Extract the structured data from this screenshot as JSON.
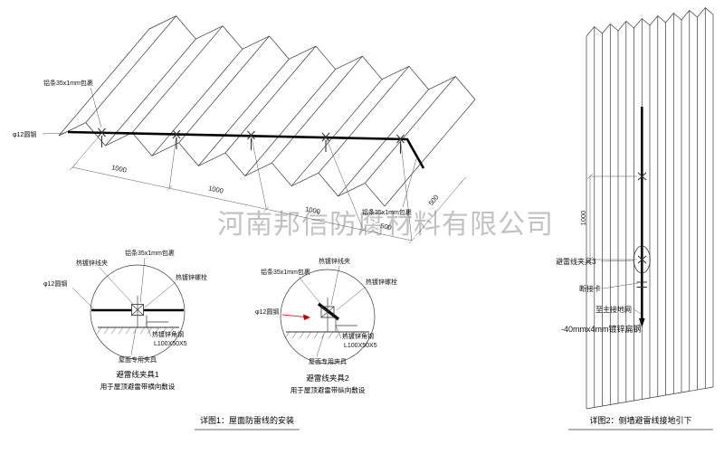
{
  "watermark": {
    "text": "河南邦信防腐材料有限公司"
  },
  "colors": {
    "red": "#c00000",
    "line": "#333333"
  },
  "roof": {
    "labels": {
      "alum_strip": "铝条35x1mm包裹",
      "round_steel": "φ12圆钢"
    },
    "dims": {
      "seg1": "1000",
      "seg2": "1000",
      "seg3": "1000",
      "seg4": "500",
      "depth": "500"
    }
  },
  "detail1": {
    "labels": {
      "wire_clamp": "热镀锌线夹",
      "alum_strip": "铝条35x1mm包裹",
      "bolt": "热镀锌螺栓",
      "round_steel": "φ12圆钢",
      "angle_steel": "热镀锌角钢",
      "angle_spec": "L100X50X5",
      "roof_clamp": "屋面专用夹具"
    },
    "title": "避雷线夹具1",
    "subtitle": "用于屋顶避雷带横向敷设"
  },
  "detail2": {
    "labels": {
      "wire_clamp": "热镀锌线夹",
      "alum_strip": "铝条35x1mm包裹",
      "bolt": "热镀锌螺栓",
      "round_steel": "φ12圆钢",
      "angle_steel": "热镀锌角钢",
      "angle_spec": "L100X50X5",
      "roof_clamp": "屋面专用夹具"
    },
    "title": "避雷线夹具2",
    "subtitle": "用于屋顶避雷带纵向敷设"
  },
  "wall": {
    "labels": {
      "clamp3": "避雷线夹具3",
      "disconnect": "断接卡",
      "to_ground": "至主接地网",
      "flat_steel": "-40mmx4mm镀锌扁钢"
    },
    "dim": "1000"
  },
  "captions": {
    "detail1": "详图1：屋面防雷线的安装",
    "detail2": "详图2：侧墙避雷线接地引下"
  }
}
